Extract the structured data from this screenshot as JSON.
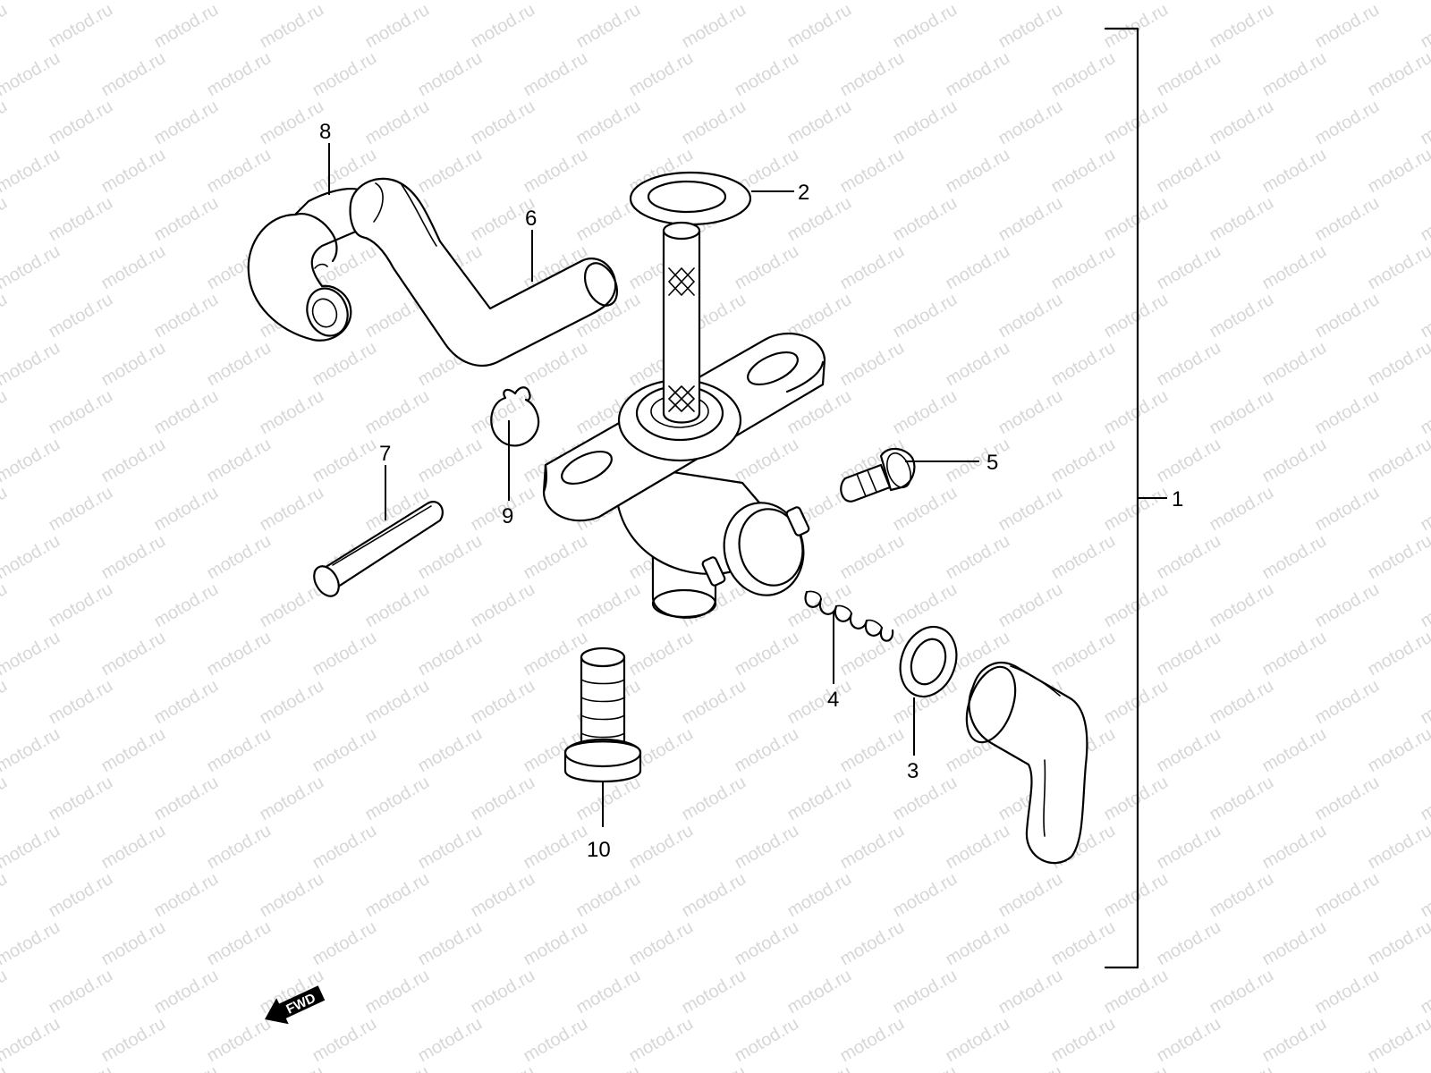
{
  "watermark": "motod.ru",
  "callouts": {
    "c1": "1",
    "c2": "2",
    "c3": "3",
    "c4": "4",
    "c5": "5",
    "c6": "6",
    "c7": "7",
    "c8": "8",
    "c9": "9",
    "c10": "10"
  },
  "fwd_label": "FWD",
  "parts": [
    {
      "ref": "1",
      "name": "fuel cock assembly"
    },
    {
      "ref": "2",
      "name": "gasket"
    },
    {
      "ref": "3",
      "name": "washer"
    },
    {
      "ref": "4",
      "name": "spring"
    },
    {
      "ref": "5",
      "name": "screw"
    },
    {
      "ref": "6",
      "name": "hose"
    },
    {
      "ref": "7",
      "name": "pin"
    },
    {
      "ref": "8",
      "name": "hose joint"
    },
    {
      "ref": "9",
      "name": "clip"
    },
    {
      "ref": "10",
      "name": "bolt"
    }
  ]
}
